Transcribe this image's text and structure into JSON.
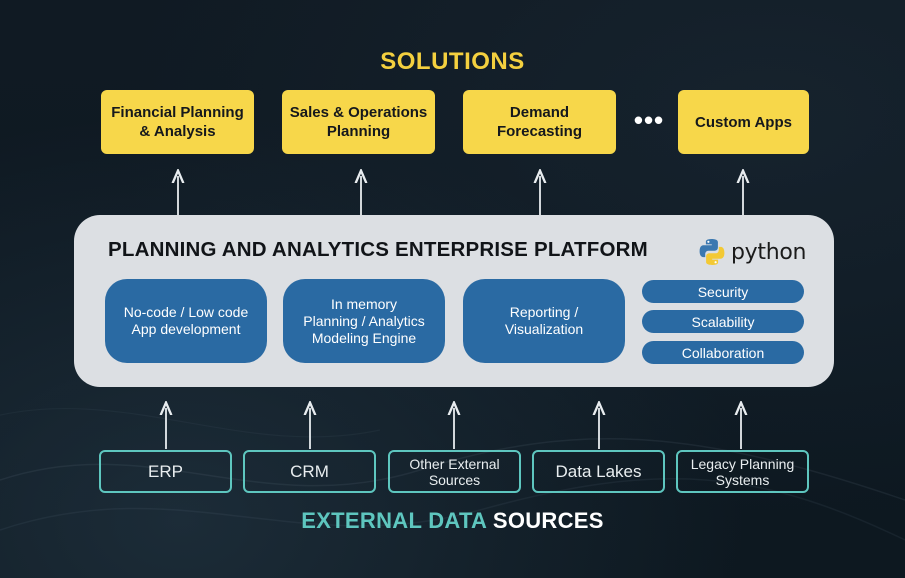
{
  "solutions": {
    "title": "SOLUTIONS",
    "items": [
      {
        "label": "Financial Planning\n& Analysis"
      },
      {
        "label": "Sales & Operations\nPlanning"
      },
      {
        "label": "Demand\nForecasting"
      },
      {
        "label": "Custom Apps"
      }
    ],
    "ellipsis": "•••"
  },
  "platform": {
    "title": "PLANNING AND ANALYTICS ENTERPRISE PLATFORM",
    "logo_text": "python",
    "capabilities": [
      {
        "label": "No-code / Low code\nApp development"
      },
      {
        "label": "In memory\nPlanning / Analytics\nModeling Engine"
      },
      {
        "label": "Reporting /\nVisualization"
      }
    ],
    "pills": [
      {
        "label": "Security"
      },
      {
        "label": "Scalability"
      },
      {
        "label": "Collaboration"
      }
    ]
  },
  "sources": {
    "title_part1": "EXTERNAL DATA",
    "title_part2": " SOURCES",
    "items": [
      {
        "label": "ERP"
      },
      {
        "label": "CRM"
      },
      {
        "label": "Other External\nSources"
      },
      {
        "label": "Data Lakes"
      },
      {
        "label": "Legacy Planning\nSystems"
      }
    ]
  },
  "colors": {
    "solution_fill": "#f7d74a",
    "solutions_title": "#f4d03f",
    "platform_fill": "#dcdfe3",
    "capability_fill": "#2a6aa3",
    "source_border": "#5ec6bf",
    "background": "#0f1a24"
  }
}
